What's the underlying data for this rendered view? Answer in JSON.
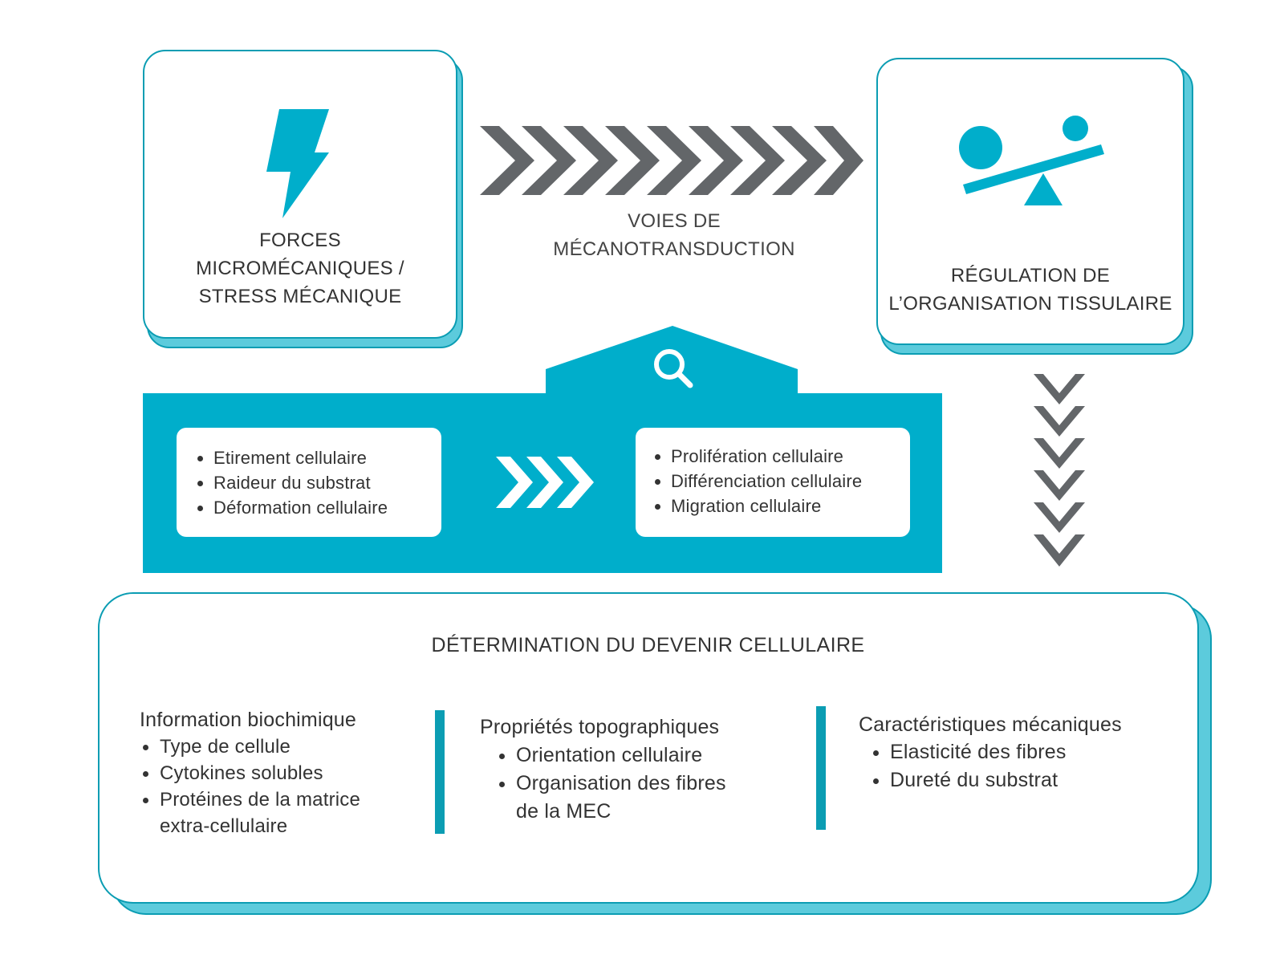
{
  "colors": {
    "accent": "#00aecb",
    "accent_dark": "#0b9db3",
    "shadow": "#5ccbdc",
    "chevron": "#636669"
  },
  "top_left": {
    "icon": "lightning-icon",
    "title": "FORCES\nMICROMÉCANIQUES /\nSTRESS MÉCANIQUE"
  },
  "connector": {
    "label": "VOIES DE\nMÉCANOTRANSDUCTION"
  },
  "top_right": {
    "icon": "balance-scale-icon",
    "title": "RÉGULATION DE\nL’ORGANISATION TISSULAIRE"
  },
  "middle": {
    "icon": "search-icon",
    "left_items": [
      "Etirement cellulaire",
      "Raideur du substrat",
      "Déformation cellulaire"
    ],
    "right_items": [
      "Prolifération cellulaire",
      "Différenciation cellulaire",
      "Migration cellulaire"
    ]
  },
  "bottom": {
    "title": "DÉTERMINATION DU DEVENIR CELLULAIRE",
    "columns": [
      {
        "heading": "Information biochimique",
        "items": [
          "Type de cellule",
          "Cytokines solubles",
          "Protéines de la matrice\nextra-cellulaire"
        ]
      },
      {
        "heading": "Propriétés topographiques",
        "items": [
          "Orientation cellulaire",
          "Organisation des fibres\nde la MEC"
        ]
      },
      {
        "heading": "Caractéristiques mécaniques",
        "items": [
          "Elasticité des fibres",
          "Dureté du substrat"
        ]
      }
    ]
  }
}
